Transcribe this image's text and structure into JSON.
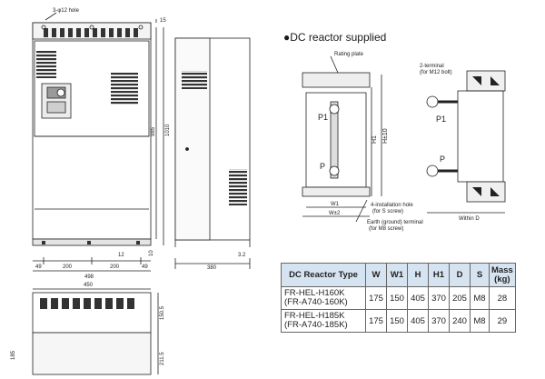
{
  "front_view": {
    "hole_label": "3-φ12 hole",
    "dim_top": "15",
    "dim_inner_height": "985",
    "dim_total_height": "1010",
    "dim_bottom": "10",
    "dim_left_margin": "49",
    "dim_span_a": "200",
    "dim_span_b": "200",
    "dim_right_margin": "49",
    "dim_total_width": "498",
    "dim_foot": "12"
  },
  "side_view": {
    "dim_depth": "380",
    "dim_offset": "3.2"
  },
  "bottom_view": {
    "dim_width": "450",
    "dim_h1": "185",
    "dim_h2": "150.5",
    "dim_h3": "211.5"
  },
  "reactor": {
    "title": "●DC reactor supplied",
    "rating_plate": "Rating plate",
    "terminal_note_1": "2-terminal",
    "terminal_note_2": "(for M12 bolt)",
    "p1_front": "P1",
    "p_front": "P",
    "p1_side": "P1",
    "p_side": "P",
    "h1_label": "H1",
    "h10_label": "H±10",
    "w1_label": "W1",
    "w_label": "W±2",
    "install_hole_1": "4-installation hole",
    "install_hole_2": "(for S screw)",
    "earth_1": "Earth (ground) terminal",
    "earth_2": "(for M8 screw)",
    "within_d": "Within D"
  },
  "table": {
    "headers": [
      "DC Reactor Type",
      "W",
      "W1",
      "H",
      "H1",
      "D",
      "S",
      "Mass\n(kg)"
    ],
    "rows": [
      [
        "FR-HEL-H160K\n(FR-A740-160K)",
        "175",
        "150",
        "405",
        "370",
        "205",
        "M8",
        "28"
      ],
      [
        "FR-HEL-H185K\n(FR-A740-185K)",
        "175",
        "150",
        "405",
        "370",
        "240",
        "M8",
        "29"
      ]
    ]
  }
}
